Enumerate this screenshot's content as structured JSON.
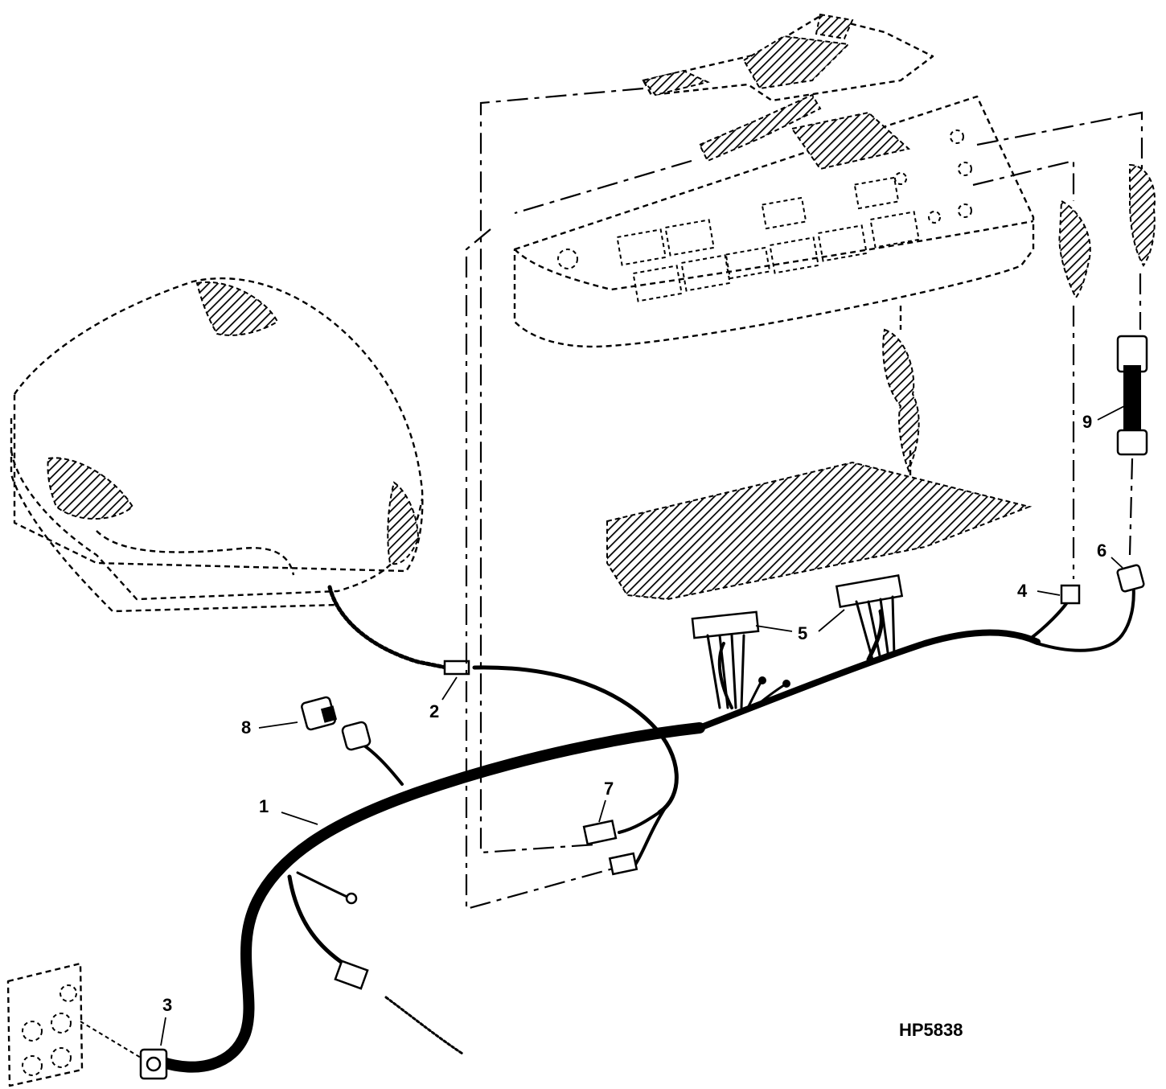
{
  "figure_id": "HP5838",
  "callouts": {
    "c1": "1",
    "c2": "2",
    "c3": "3",
    "c4": "4",
    "c5": "5",
    "c6": "6",
    "c7": "7",
    "c8": "8",
    "c9": "9"
  },
  "colors": {
    "line": "#000000",
    "background": "#ffffff"
  }
}
